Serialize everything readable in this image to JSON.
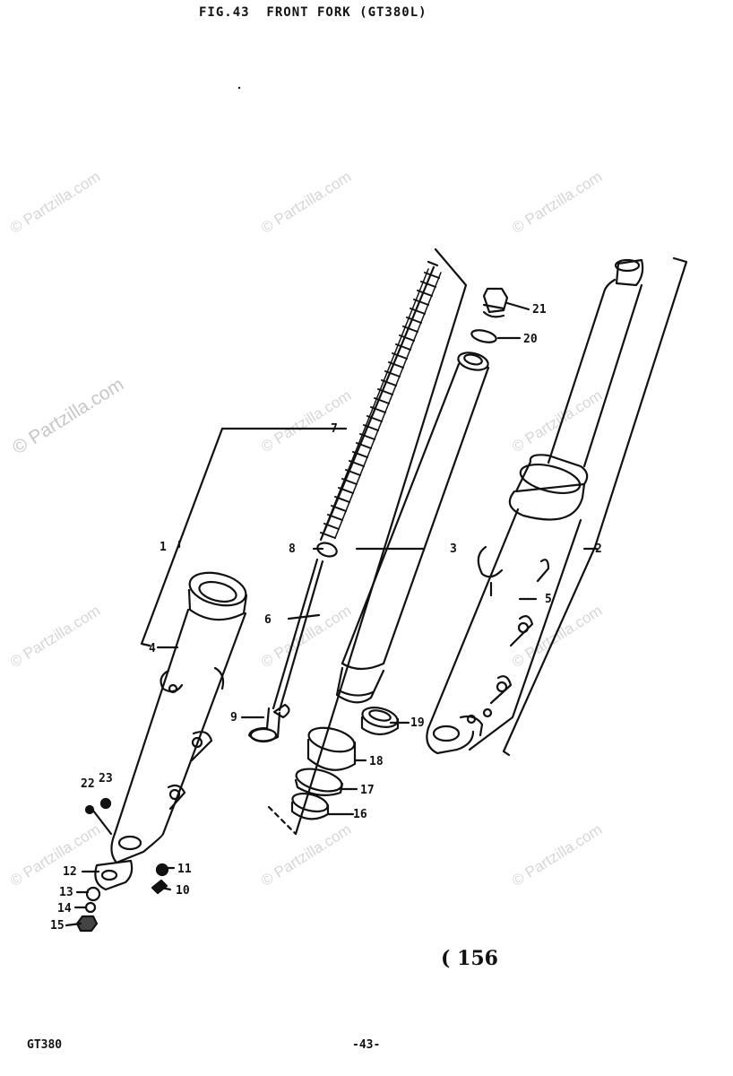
{
  "title": "FIG.43  FRONT FORK (GT380L)",
  "watermark_text": "© Partzilla.com",
  "page_number": "( 156",
  "footer_model": "GT380",
  "footer_page": "-43-",
  "callouts": {
    "c1": "1",
    "c2": "2",
    "c3": "3",
    "c4": "4",
    "c5": "5",
    "c6": "6",
    "c7": "7",
    "c8": "8",
    "c9": "9",
    "c10": "10",
    "c11": "11",
    "c12": "12",
    "c13": "13",
    "c14": "14",
    "c15": "15",
    "c16": "16",
    "c17": "17",
    "c18": "18",
    "c19": "19",
    "c20": "20",
    "c21": "21",
    "c22": "22",
    "c23": "23"
  }
}
